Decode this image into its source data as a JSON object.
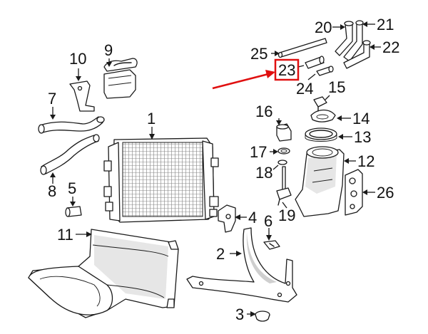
{
  "diagram": {
    "callouts": [
      {
        "id": "c1",
        "label": "1"
      },
      {
        "id": "c2",
        "label": "2"
      },
      {
        "id": "c3",
        "label": "3"
      },
      {
        "id": "c4",
        "label": "4"
      },
      {
        "id": "c5",
        "label": "5"
      },
      {
        "id": "c6",
        "label": "6"
      },
      {
        "id": "c7",
        "label": "7"
      },
      {
        "id": "c8",
        "label": "8"
      },
      {
        "id": "c9",
        "label": "9"
      },
      {
        "id": "c10",
        "label": "10"
      },
      {
        "id": "c11",
        "label": "11"
      },
      {
        "id": "c12",
        "label": "12"
      },
      {
        "id": "c13",
        "label": "13"
      },
      {
        "id": "c14",
        "label": "14"
      },
      {
        "id": "c15",
        "label": "15"
      },
      {
        "id": "c16",
        "label": "16"
      },
      {
        "id": "c17",
        "label": "17"
      },
      {
        "id": "c18",
        "label": "18"
      },
      {
        "id": "c19",
        "label": "19"
      },
      {
        "id": "c20",
        "label": "20"
      },
      {
        "id": "c21",
        "label": "21"
      },
      {
        "id": "c22",
        "label": "22"
      },
      {
        "id": "c23",
        "label": "23"
      },
      {
        "id": "c24",
        "label": "24"
      },
      {
        "id": "c25",
        "label": "25"
      },
      {
        "id": "c26",
        "label": "26"
      }
    ],
    "highlight": {
      "label": "23",
      "color": "#e01010"
    }
  }
}
